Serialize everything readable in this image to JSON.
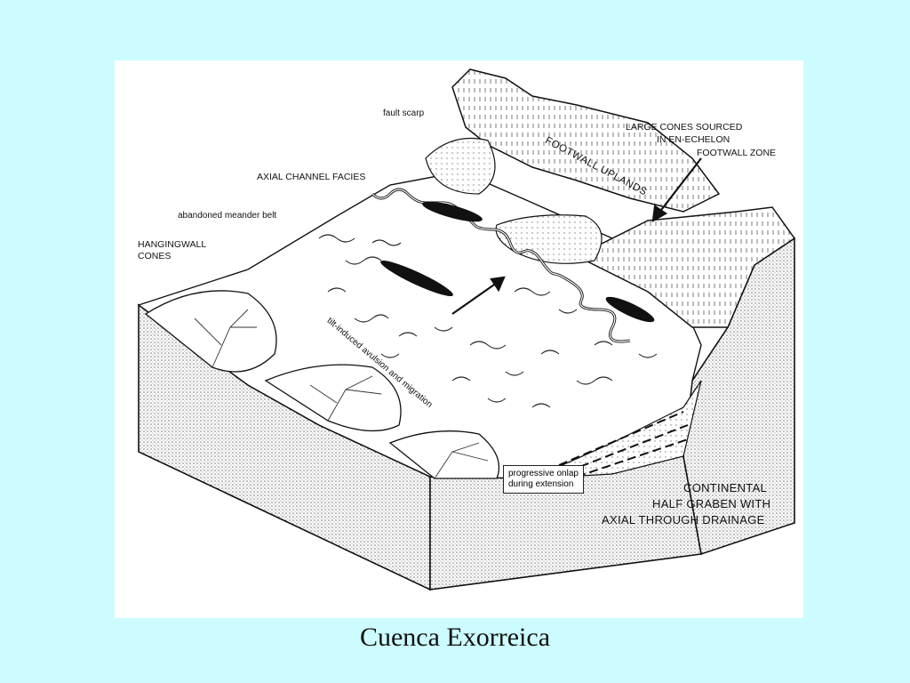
{
  "diagram": {
    "labels": {
      "fault_scarp": "fault scarp",
      "axial_channel_facies": "AXIAL CHANNEL FACIES",
      "abandoned_meander_belt": "abandoned meander belt",
      "hangingwall_cones_1": "HANGINGWALL",
      "hangingwall_cones_2": "CONES",
      "footwall_uplands": "FOOTWALL UPLANDS",
      "large_cones_1": "LARGE CONES SOURCED",
      "large_cones_2": "IN EN-ECHELON",
      "large_cones_3": "FOOTWALL ZONE",
      "tilt_induced": "tilt-induced avulsion and migration",
      "onlap_1": "progressive onlap",
      "onlap_2": "during extension",
      "continental_1": "CONTINENTAL",
      "continental_2": "HALF GRABEN WITH",
      "continental_3": "AXIAL THROUGH DRAINAGE"
    }
  },
  "caption": "Cuenca Exorreica"
}
